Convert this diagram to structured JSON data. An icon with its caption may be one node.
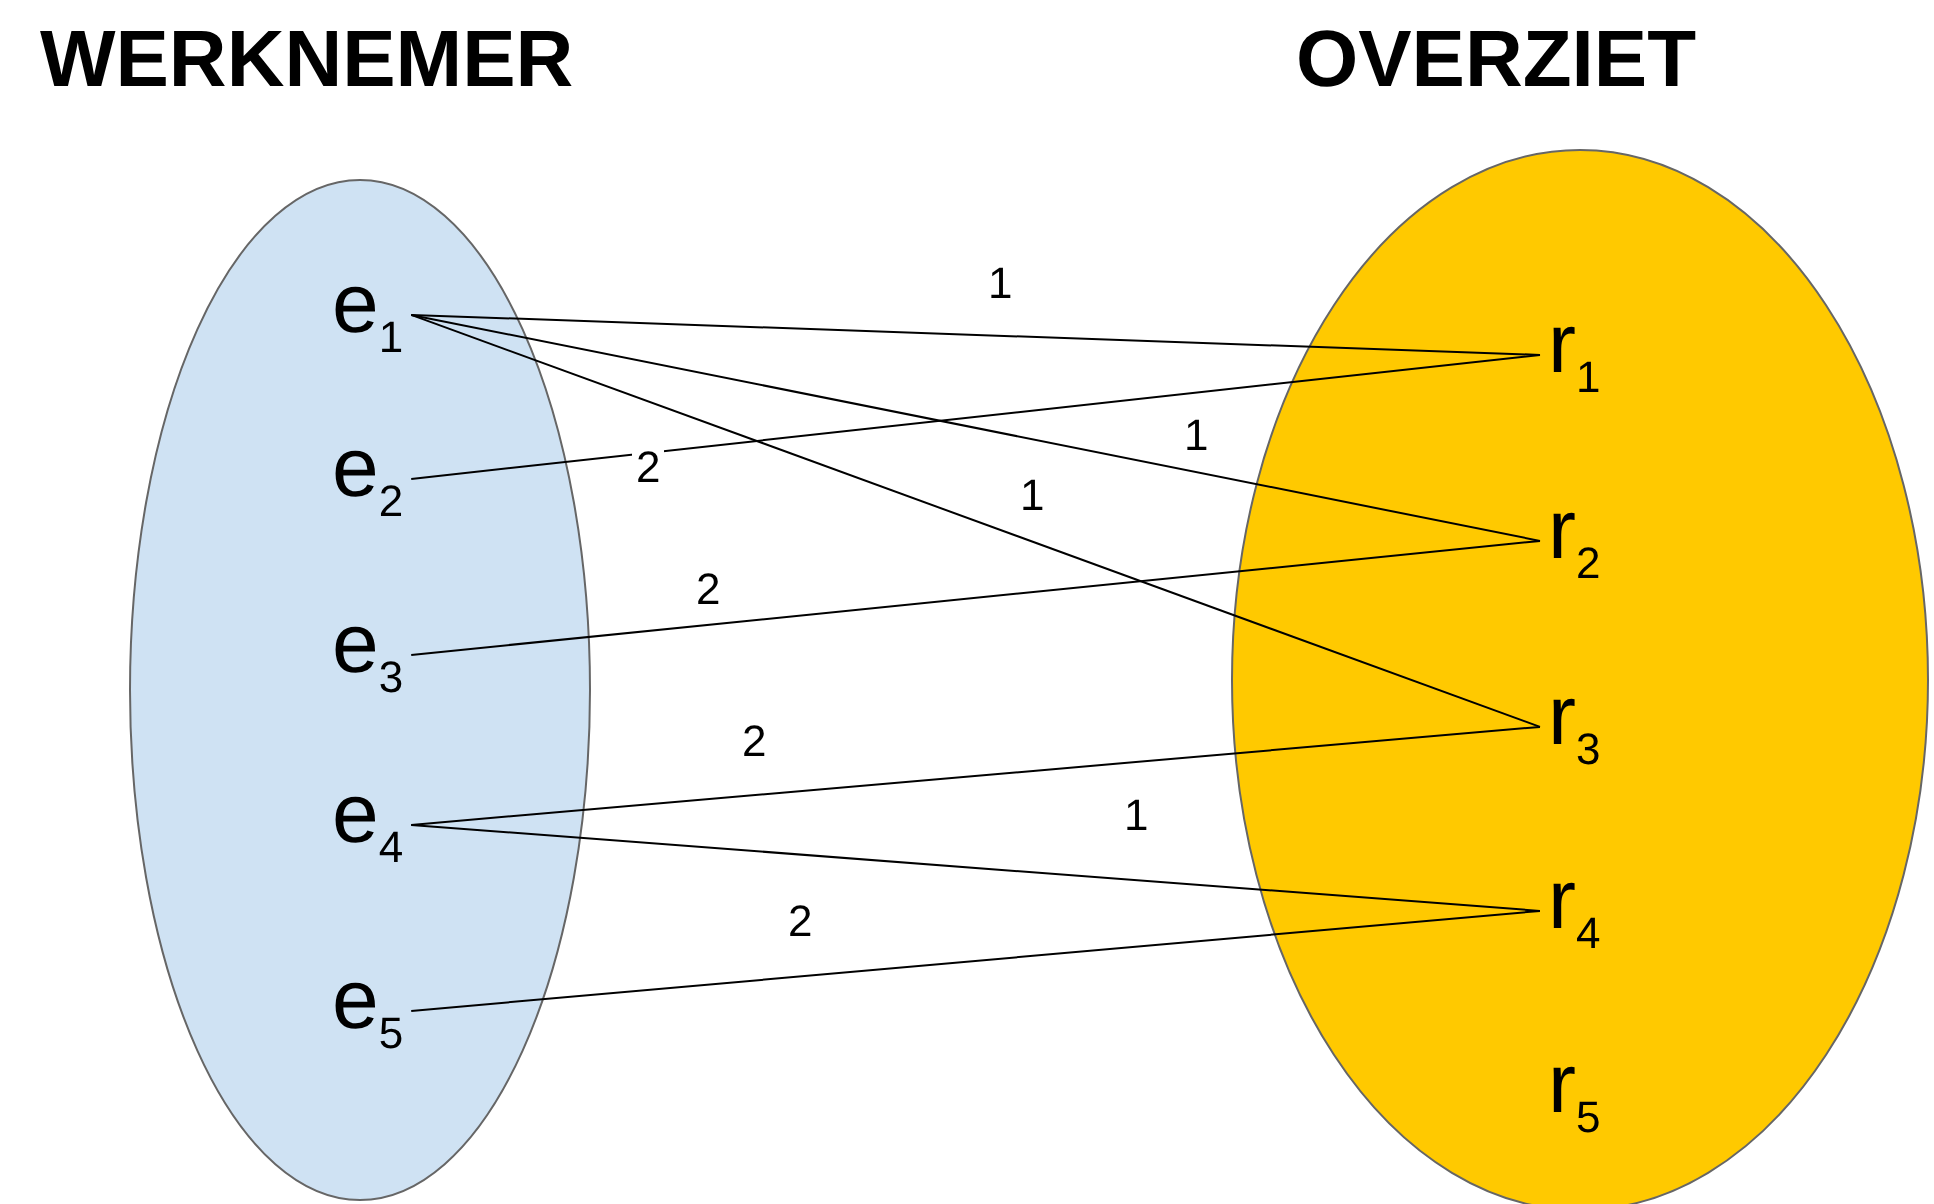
{
  "diagram": {
    "nodes": [
      {
        "text": [
          "WERKNEMER"
        ]
      },
      {
        "text": [
          "e$_{1}$"
        ],
        "in": 0
      },
      {
        "text": [
          "e$_{2}$"
        ],
        "in": 0
      },
      {
        "text": [
          "e$_{3}$"
        ],
        "in": 0
      },
      {
        "text": [
          "e$_{4}$"
        ],
        "in": 0
      },
      {
        "text": [
          "e$_{5}$"
        ],
        "in": 0
      },
      {
        "text": [
          "OVERZIET"
        ]
      },
      {
        "text": [
          "r$_{1}$"
        ],
        "in": 6
      },
      {
        "text": [
          "r$_{2}$"
        ],
        "in": 6
      },
      {
        "text": [
          "r$_{3}$"
        ],
        "in": 6
      },
      {
        "text": [
          "r$_{4}$"
        ],
        "in": 6
      },
      {
        "text": [
          "r$_{5}$"
        ],
        "in": 6
      }
    ],
    "edges": [
      {
        "from": 1,
        "to": 7,
        "arrow": "none",
        "label": "1"
      },
      {
        "from": 1,
        "to": 8,
        "arrow": "none",
        "label": "1"
      },
      {
        "from": 1,
        "to": 9,
        "arrow": "none",
        "label": "1"
      },
      {
        "from": 2,
        "to": 7,
        "arrow": "none",
        "label": "2"
      },
      {
        "from": 3,
        "to": 8,
        "arrow": "none",
        "label": "2"
      },
      {
        "from": 4,
        "to": 9,
        "arrow": "none",
        "label": "2"
      },
      {
        "from": 4,
        "to": 10,
        "arrow": "none",
        "label": "1"
      },
      {
        "from": 5,
        "to": 10,
        "arrow": "none",
        "label": "2"
      }
    ]
  }
}
